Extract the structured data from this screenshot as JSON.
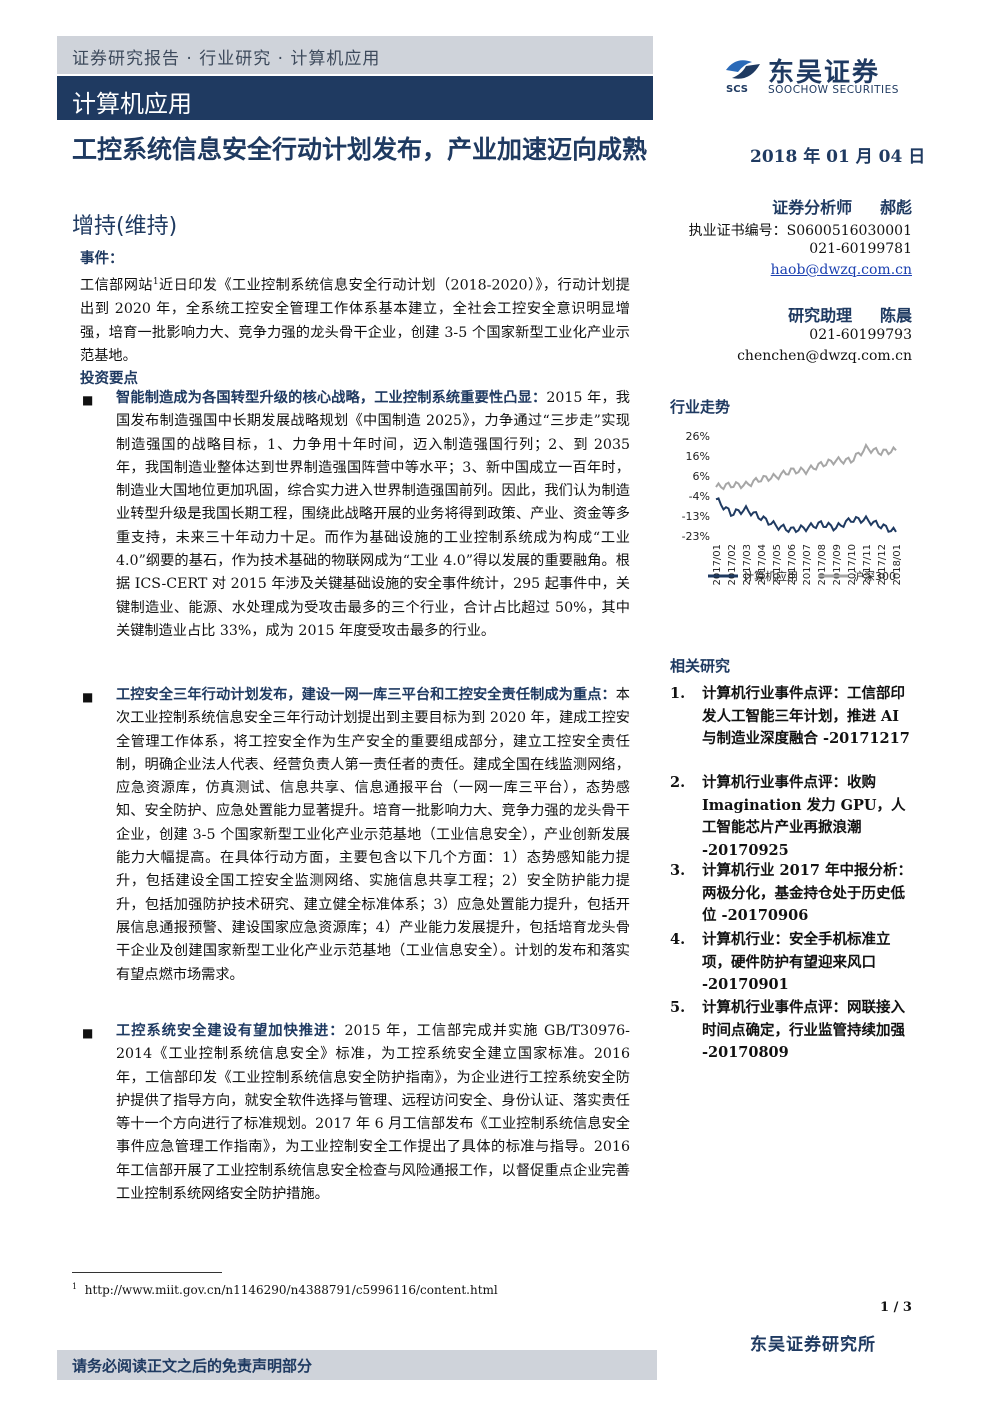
{
  "header": {
    "breadcrumb": "证券研究报告 · 行业研究 · 计算机应用",
    "sector": "计算机应用",
    "logo_cn": "东吴证券",
    "logo_en": "SOOCHOW SECURITIES",
    "logo_mark": "SCS"
  },
  "title": "工控系统信息安全行动计划发布，产业加速迈向成熟",
  "rating": "增持(维持)",
  "date": "2018 年 01 月 04 日",
  "analysts": [
    {
      "role": "证券分析师",
      "name": "郝彪",
      "cert": "执业证书编号：S0600516030001",
      "phone": "021-60199781",
      "email": "haob@dwzq.com.cn"
    },
    {
      "role": "研究助理",
      "name": "陈晨",
      "phone": "021-60199793",
      "email": "chenchen@dwzq.com.cn"
    }
  ],
  "event": {
    "heading": "事件：",
    "text_a": "工信部网站",
    "sup": "1",
    "text_b": "近日印发《工业控制系统信息安全行动计划（2018-2020）》，行动计划提出到 2020 年，全系统工控安全管理工作体系基本建立，全社会工控安全意识明显增强，培育一批影响力大、竞争力强的龙头骨干企业，创建 3-5 个国家新型工业化产业示范基地。"
  },
  "points": {
    "heading": "投资要点",
    "items": [
      {
        "bold": "智能制造成为各国转型升级的核心战略，工业控制系统重要性凸显：",
        "text": "2015 年，我国发布制造强国中长期发展战略规划《中国制造 2025》，力争通过“三步走”实现制造强国的战略目标，1、力争用十年时间，迈入制造强国行列；2、到 2035 年，我国制造业整体达到世界制造强国阵营中等水平；3、新中国成立一百年时，制造业大国地位更加巩固，综合实力进入世界制造强国前列。因此，我们认为制造业转型升级是我国长期工程，围绕此战略开展的业务将得到政策、产业、资金等多重支持，未来三十年动力十足。而作为基础设施的工业控制系统成为构成“工业 4.0”纲要的基石，作为技术基础的物联网成为“工业 4.0”得以发展的重要融角。根据 ICS-CERT 对 2015 年涉及关键基础设施的安全事件统计，295 起事件中，关键制造业、能源、水处理成为受攻击最多的三个行业，合计占比超过 50%，其中关键制造业占比 33%，成为 2015 年度受攻击最多的行业。"
      },
      {
        "bold": "工控安全三年行动计划发布，建设一网一库三平台和工控安全责任制成为重点：",
        "text": "本次工业控制系统信息安全三年行动计划提出到主要目标为到 2020 年，建成工控安全管理工作体系，将工控安全作为生产安全的重要组成部分，建立工控安全责任制，明确企业法人代表、经营负责人第一责任者的责任。建成全国在线监测网络，应急资源库，仿真测试、信息共享、信息通报平台（一网一库三平台），态势感知、安全防护、应急处置能力显著提升。培育一批影响力大、竞争力强的龙头骨干企业，创建 3-5 个国家新型工业化产业示范基地（工业信息安全），产业创新发展能力大幅提高。在具体行动方面，主要包含以下几个方面：1）态势感知能力提升，包括建设全国工控安全监测网络、实施信息共享工程；2）安全防护能力提升，包括加强防护技术研究、建立健全标准体系；3）应急处置能力提升，包括开展信息通报预警、建设国家应急资源库；4）产业能力发展提升，包括培育龙头骨干企业及创建国家新型工业化产业示范基地（工业信息安全）。计划的发布和落实有望点燃市场需求。"
      },
      {
        "bold": "工控系统安全建设有望加快推进：",
        "text": "2015 年，工信部完成并实施 GB/T30976-2014《工业控制系统信息安全》标准，为工控系统安全建立国家标准。2016 年，工信部印发《工业控制系统信息安全防护指南》，为企业进行工控系统安全防护提供了指导方向，就安全软件选择与管理、远程访问安全、身份认证、落实责任等十一个方向进行了标准规划。2017 年 6 月工信部发布《工业控制系统信息安全事件应急管理工作指南》，为工业控制安全工作提出了具体的标准与指导。2016 年工信部开展了工业控制系统信息安全检查与风险通报工作，以督促重点企业完善工业控制系统网络安全防护措施。"
      }
    ]
  },
  "sidebar": {
    "trend_heading": "行业走势",
    "related_heading": "相关研究",
    "related": [
      {
        "num": "1.",
        "text": "计算机行业事件点评：工信部印发人工智能三年计划，推进 AI 与制造业深度融合 -20171217"
      },
      {
        "num": "2.",
        "text": "计算机行业事件点评：收购 Imagination 发力 GPU，人工智能芯片产业再掀浪潮 -20170925"
      },
      {
        "num": "3.",
        "text": "计算机行业 2017 年中报分析：两极分化，基金持仓处于历史低位 -20170906"
      },
      {
        "num": "4.",
        "text": "计算机行业：安全手机标准立项，硬件防护有望迎来风口 -20170901"
      },
      {
        "num": "5.",
        "text": "计算机行业事件点评：网联接入时间点确定，行业监管持续加强 -20170809"
      }
    ]
  },
  "chart_data": {
    "type": "line",
    "x": [
      "2017/01",
      "2017/02",
      "2017/03",
      "2017/04",
      "2017/05",
      "2017/06",
      "2017/07",
      "2017/08",
      "2017/09",
      "2017/10",
      "2017/11",
      "2017/12",
      "2018/01"
    ],
    "series": [
      {
        "name": "计算机应用",
        "values": [
          -5,
          -12,
          -10,
          -14,
          -18,
          -20,
          -19,
          -17,
          -19,
          -15,
          -15,
          -18,
          -21
        ],
        "color": "#1f3a61"
      },
      {
        "name": "沪深300",
        "values": [
          1,
          2,
          2,
          5,
          6,
          9,
          9,
          12,
          14,
          14,
          20,
          18,
          19
        ],
        "color": "#a6a6a6"
      }
    ],
    "yticks": [
      "26%",
      "16%",
      "6%",
      "-4%",
      "-13%",
      "-23%"
    ],
    "ylim": [
      -23,
      26
    ],
    "grid": false,
    "legend": "bottom"
  },
  "footnote": {
    "num": "1",
    "text": "http://www.miit.gov.cn/n1146290/n4388791/c5996116/content.html"
  },
  "page_number": "1 / 3",
  "firm": "东吴证券研究所",
  "disclaimer": "请务必阅读正文之后的免责声明部分"
}
